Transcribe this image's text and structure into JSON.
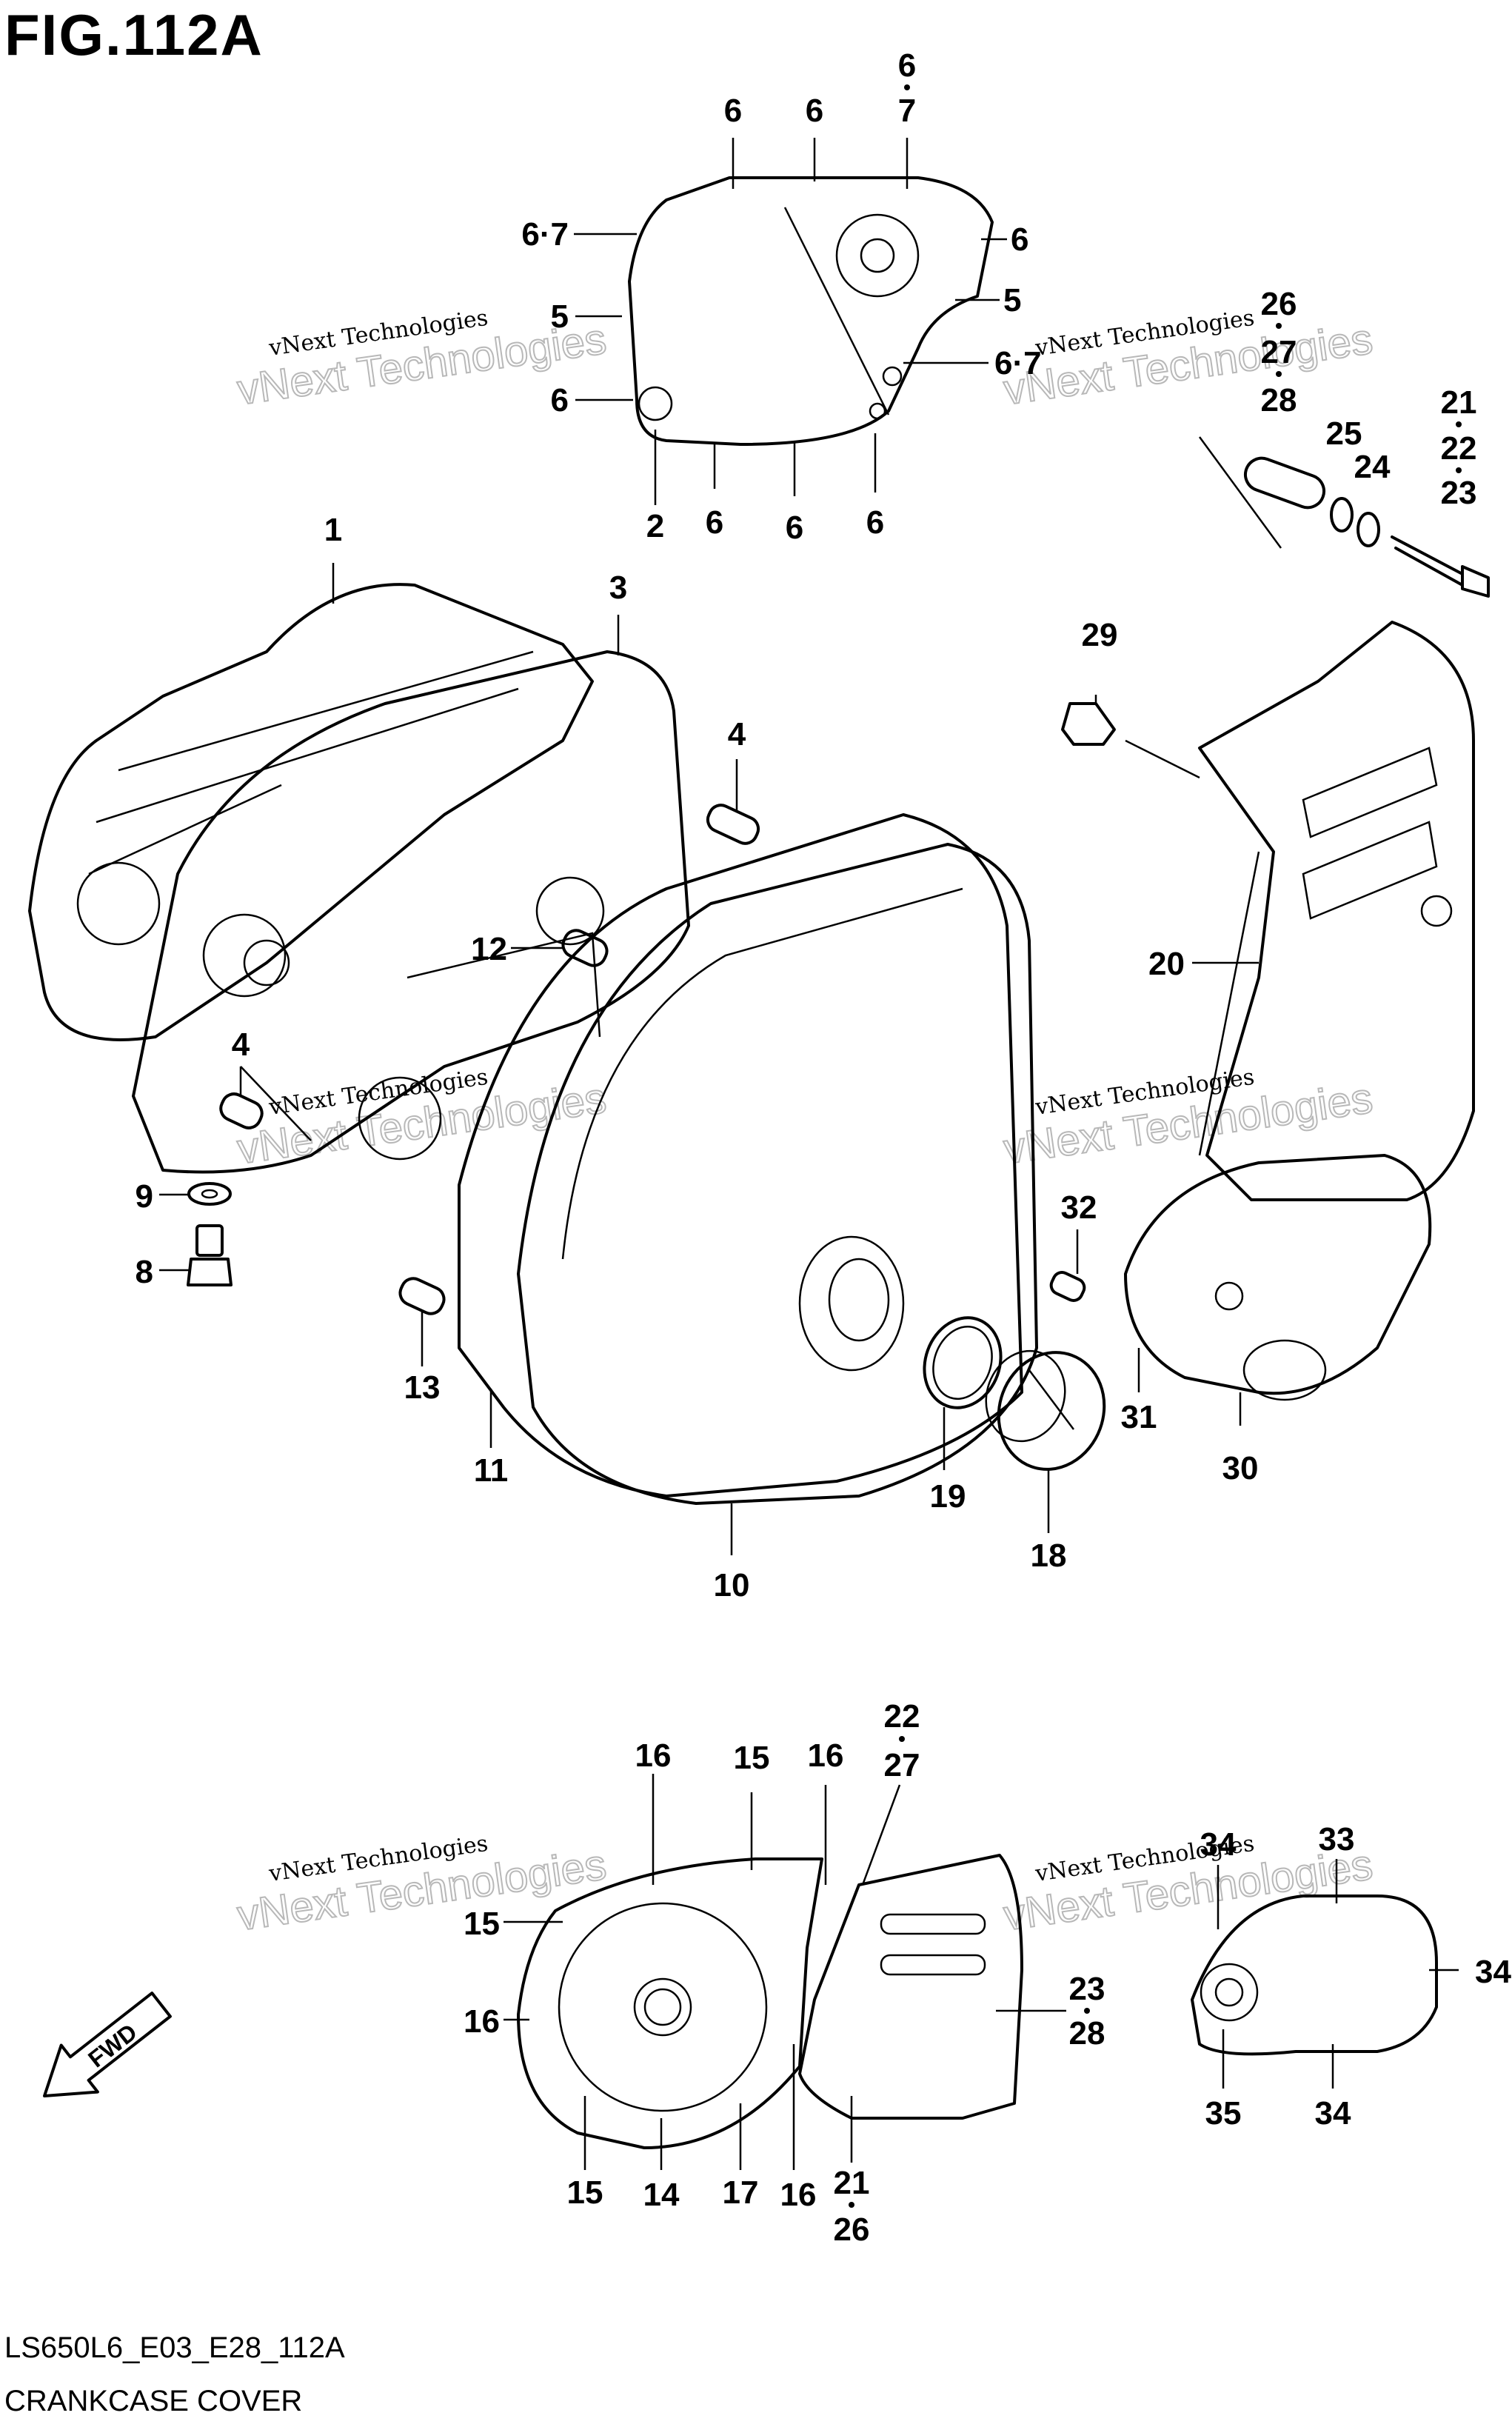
{
  "figure": {
    "title": "FIG.112A",
    "code": "LS650L6_E03_E28_112A",
    "caption": "CRANKCASE COVER"
  },
  "watermark": {
    "line1": "vNext Technologies",
    "line2": "vNext Technologies"
  },
  "fwd_label": "FWD",
  "callouts": [
    {
      "id": "c-6a",
      "text": "6"
    },
    {
      "id": "c-6b",
      "text": "6"
    },
    {
      "id": "c-6c",
      "text": "6"
    },
    {
      "id": "c-7a",
      "text": "7"
    },
    {
      "id": "c-67a",
      "text": "6·7"
    },
    {
      "id": "c-6d",
      "text": "6"
    },
    {
      "id": "c-5a",
      "text": "5"
    },
    {
      "id": "c-5b",
      "text": "5"
    },
    {
      "id": "c-6e",
      "text": "6"
    },
    {
      "id": "c-67b",
      "text": "6·7"
    },
    {
      "id": "c-2",
      "text": "2"
    },
    {
      "id": "c-6f",
      "text": "6"
    },
    {
      "id": "c-6g",
      "text": "6"
    },
    {
      "id": "c-6h",
      "text": "6"
    },
    {
      "id": "c-26a",
      "text": "26"
    },
    {
      "id": "c-27a",
      "text": "27"
    },
    {
      "id": "c-28a",
      "text": "28"
    },
    {
      "id": "c-21a",
      "text": "21"
    },
    {
      "id": "c-22a",
      "text": "22"
    },
    {
      "id": "c-23a",
      "text": "23"
    },
    {
      "id": "c-25",
      "text": "25"
    },
    {
      "id": "c-24",
      "text": "24"
    },
    {
      "id": "c-1",
      "text": "1"
    },
    {
      "id": "c-3",
      "text": "3"
    },
    {
      "id": "c-29",
      "text": "29"
    },
    {
      "id": "c-4a",
      "text": "4"
    },
    {
      "id": "c-12",
      "text": "12"
    },
    {
      "id": "c-20",
      "text": "20"
    },
    {
      "id": "c-4b",
      "text": "4"
    },
    {
      "id": "c-9",
      "text": "9"
    },
    {
      "id": "c-8",
      "text": "8"
    },
    {
      "id": "c-32",
      "text": "32"
    },
    {
      "id": "c-13",
      "text": "13"
    },
    {
      "id": "c-11",
      "text": "11"
    },
    {
      "id": "c-10",
      "text": "10"
    },
    {
      "id": "c-19",
      "text": "19"
    },
    {
      "id": "c-18",
      "text": "18"
    },
    {
      "id": "c-31",
      "text": "31"
    },
    {
      "id": "c-30",
      "text": "30"
    },
    {
      "id": "c-22b",
      "text": "22"
    },
    {
      "id": "c-27b",
      "text": "27"
    },
    {
      "id": "c-16a",
      "text": "16"
    },
    {
      "id": "c-15a",
      "text": "15"
    },
    {
      "id": "c-16b",
      "text": "16"
    },
    {
      "id": "c-15b",
      "text": "15"
    },
    {
      "id": "c-16c",
      "text": "16"
    },
    {
      "id": "c-15c",
      "text": "15"
    },
    {
      "id": "c-14",
      "text": "14"
    },
    {
      "id": "c-17",
      "text": "17"
    },
    {
      "id": "c-16d",
      "text": "16"
    },
    {
      "id": "c-21b",
      "text": "21"
    },
    {
      "id": "c-26b",
      "text": "26"
    },
    {
      "id": "c-23b",
      "text": "23"
    },
    {
      "id": "c-28b",
      "text": "28"
    },
    {
      "id": "c-34a",
      "text": "34"
    },
    {
      "id": "c-33",
      "text": "33"
    },
    {
      "id": "c-34b",
      "text": "34"
    },
    {
      "id": "c-35",
      "text": "35"
    },
    {
      "id": "c-34c",
      "text": "34"
    }
  ]
}
